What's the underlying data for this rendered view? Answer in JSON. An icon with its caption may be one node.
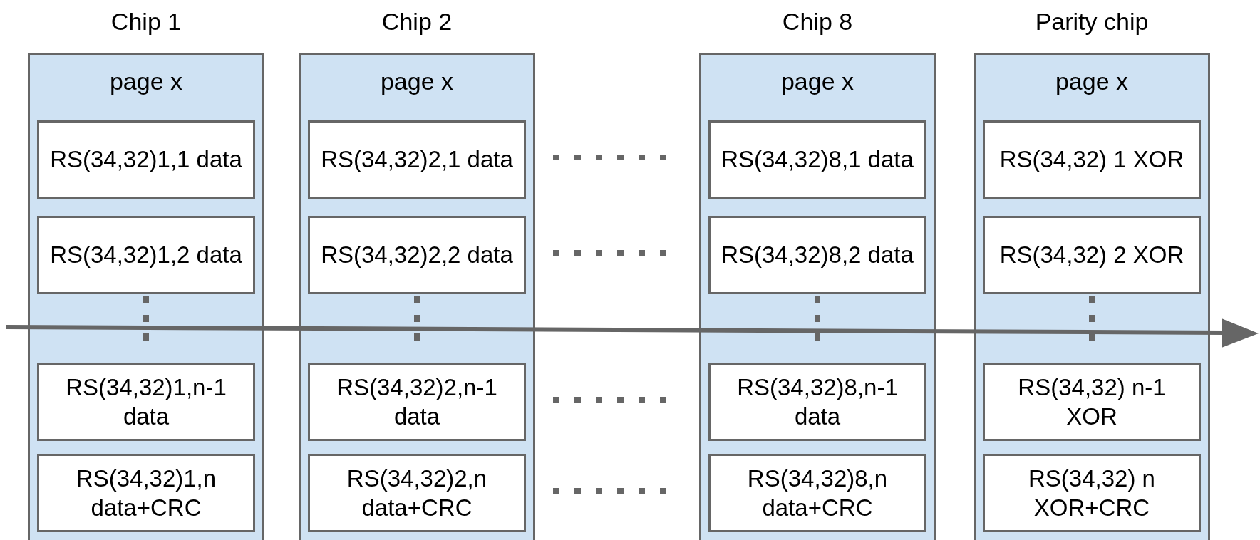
{
  "diagram": {
    "nodes": [
      {
        "text": [
          "Chip 1",
          "page x"
        ]
      },
      {
        "text": [
          "RS(34,32)1,1 data"
        ],
        "in": 0
      },
      {
        "text": [
          "RS(34,32)1,2 data"
        ],
        "in": 0
      },
      {
        "text": [
          "RS(34,32)1,n-1 data"
        ],
        "in": 0
      },
      {
        "text": [
          "RS(34,32)1,n data+CRC"
        ],
        "in": 0
      },
      {
        "text": [
          "Chip 2",
          "page x"
        ]
      },
      {
        "text": [
          "RS(34,32)2,1 data"
        ],
        "in": 5
      },
      {
        "text": [
          "RS(34,32)2,2 data"
        ],
        "in": 5
      },
      {
        "text": [
          "RS(34,32)2,n-1 data"
        ],
        "in": 5
      },
      {
        "text": [
          "RS(34,32)2,n data+CRC"
        ],
        "in": 5
      },
      {
        "text": [
          "Chip 8",
          "page x"
        ]
      },
      {
        "text": [
          "RS(34,32)8,1 data"
        ],
        "in": 10
      },
      {
        "text": [
          "RS(34,32)8,2 data"
        ],
        "in": 10
      },
      {
        "text": [
          "RS(34,32)8,n-1 data"
        ],
        "in": 10
      },
      {
        "text": [
          "RS(34,32)8,n data+CRC"
        ],
        "in": 10
      },
      {
        "text": [
          "Parity chip",
          "page x"
        ]
      },
      {
        "text": [
          "RS(34,32) 1 XOR"
        ],
        "in": 15
      },
      {
        "text": [
          "RS(34,32) 2 XOR"
        ],
        "in": 15
      },
      {
        "text": [
          "RS(34,32) n-1 XOR"
        ],
        "in": 15
      },
      {
        "text": [
          "RS(34,32) n XOR+CRC"
        ],
        "in": 15
      }
    ]
  }
}
